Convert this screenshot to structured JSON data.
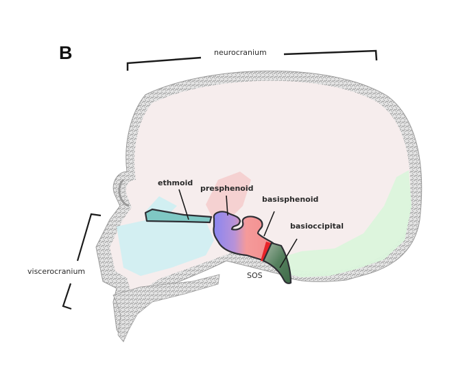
{
  "figure": {
    "panel_letter": "B",
    "brackets": {
      "neurocranium": "neurocranium",
      "viscerocranium": "viscerocranium"
    },
    "labels": {
      "ethmoid": "ethmoid",
      "presphenoid": "presphenoid",
      "basisphenoid": "basisphenoid",
      "basioccipital": "basioccipital",
      "sos": "SOS"
    },
    "colors": {
      "skull_outline": "#9a9a9a",
      "skull_fill": "#f6eded",
      "ethmoid": "#7fc8c4",
      "face_region": "#cdeef2",
      "presphenoid": "#8a86f0",
      "presphenoid_halo": "#f5c9c9",
      "basisphenoid": "#f28e8e",
      "basioccipital": "#4f7a58",
      "occipital_region": "#dbf5dc",
      "sos_band": "#e8242a",
      "bone_outline": "#2e2e34",
      "bracket": "#1a1a1a"
    }
  }
}
